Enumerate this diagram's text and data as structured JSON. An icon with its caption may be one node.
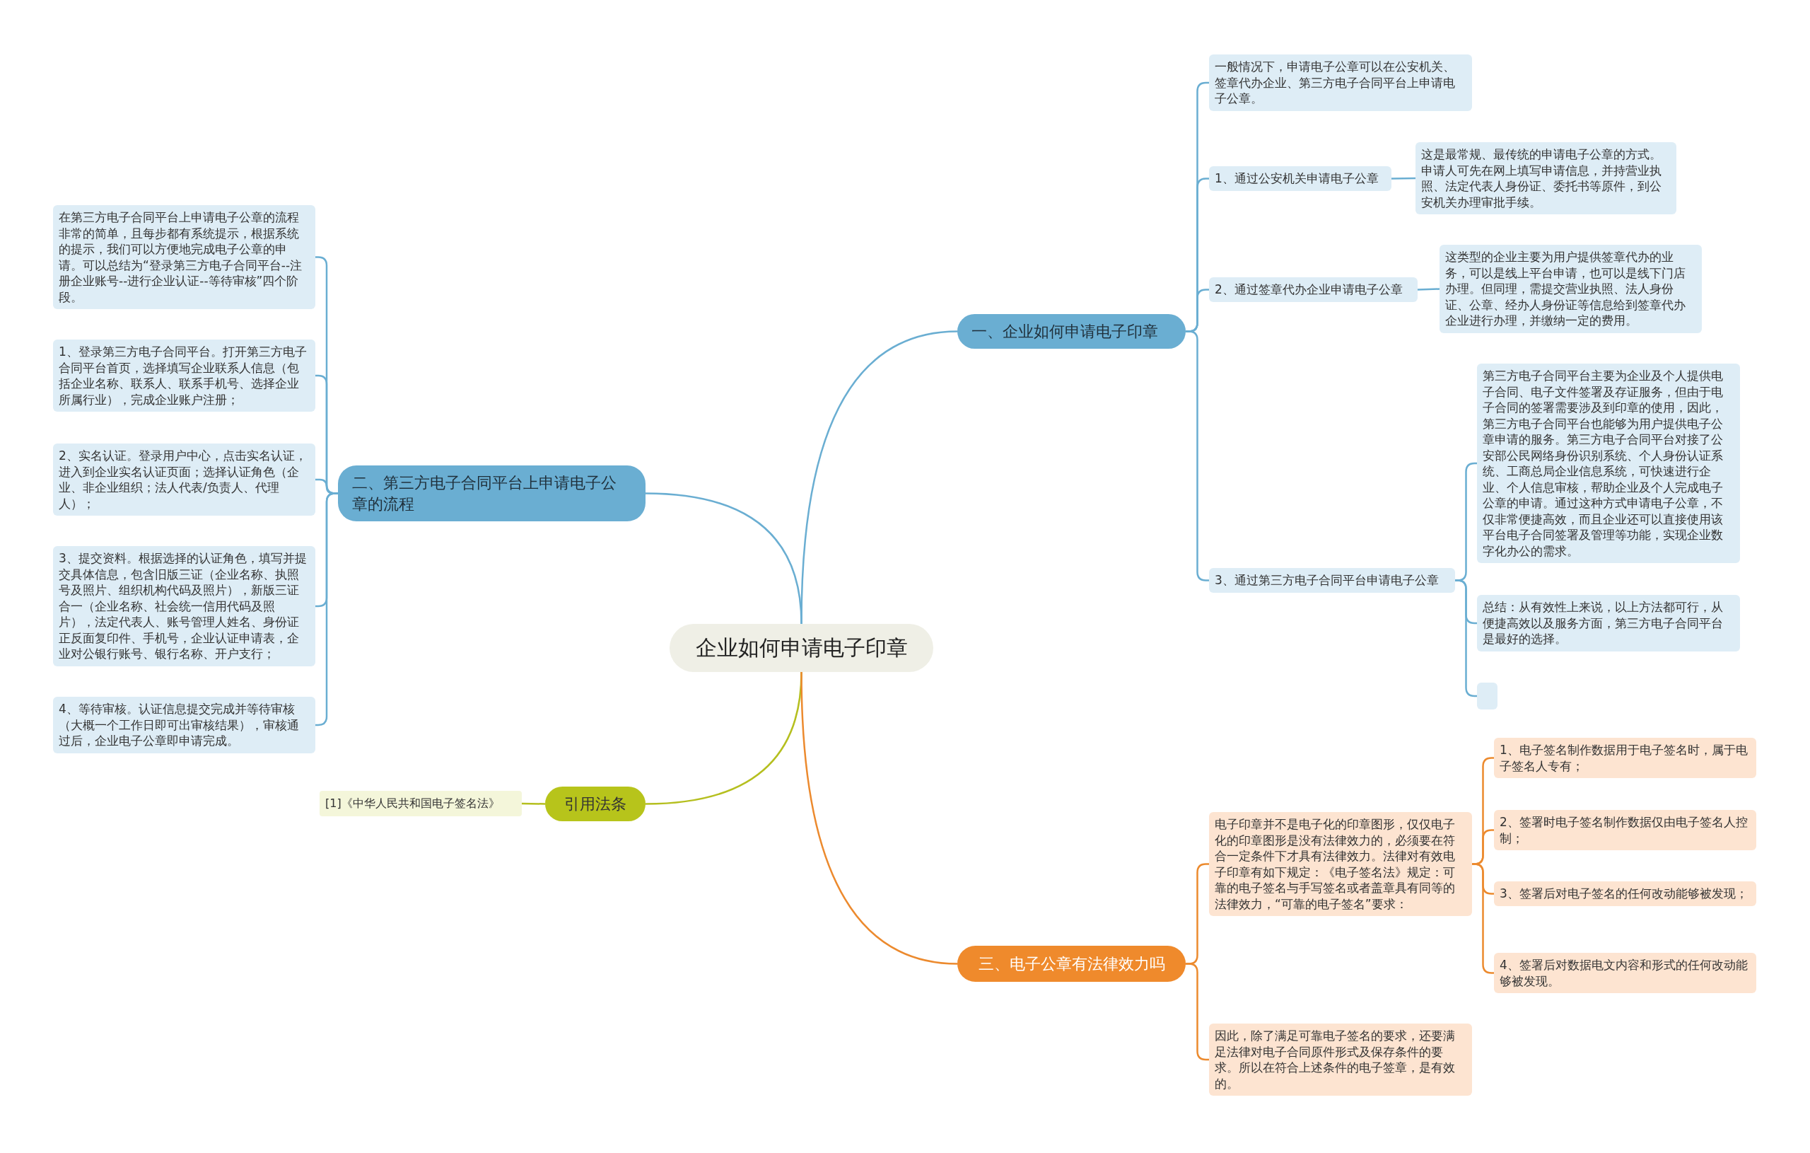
{
  "diagram": {
    "nodes": [
      {
        "text": [
          "企业如何申请电子印章"
        ]
      },
      {
        "text": [
          "一、企业如何申请电子印章"
        ]
      },
      {
        "text": [
          "一般情况下，申请电子公章可以在公安机关、签章代办企业、第三方电子合同平台上申请电子公章。"
        ]
      },
      {
        "text": [
          "1、通过公安机关申请电子公章"
        ]
      },
      {
        "text": [
          "这是最常规、最传统的申请电子公章的方式。申请人可先在网上填写申请信息，并持营业执照、法定代表人身份证、委托书等原件，到公安机关办理审批手续。"
        ]
      },
      {
        "text": [
          "2、通过签章代办企业申请电子公章"
        ]
      },
      {
        "text": [
          "这类型的企业主要为用户提供签章代办的业务，可以是线上平台申请，也可以是线下门店办理。但同理，需提交营业执照、法人身份证、公章、经办人身份证等信息给到签章代办企业进行办理，并缴纳一定的费用。"
        ]
      },
      {
        "text": [
          "3、通过第三方电子合同平台申请电子公章"
        ]
      },
      {
        "text": [
          "第三方电子合同平台主要为企业及个人提供电子合同、电子文件签署及存证服务，但由于电子合同的签署需要涉及到印章的使用，因此，第三方电子合同平台也能够为用户提供电子公章申请的服务。第三方电子合同平台对接了公安部公民网络身份识别系统、个人身份认证系统、工商总局企业信息系统，可快速进行企业、个人信息审核，帮助企业及个人完成电子公章的申请。通过这种方式申请电子公章，不仅非常便捷高效，而且企业还可以直接使用该平台电子合同签署及管理等功能，实现企业数字化办公的需求。"
        ]
      },
      {
        "text": [
          "总结：从有效性上来说，以上方法都可行，从便捷高效以及服务方面，第三方电子合同平台是最好的选择。"
        ]
      },
      {
        "text": [],
        "shape": "box"
      },
      {
        "text": [
          "二、第三方电子合同平台上申请电子公章的流程"
        ]
      },
      {
        "text": [
          "在第三方电子合同平台上申请电子公章的流程非常的简单，且每步都有系统提示，根据系统的提示，我们可以方便地完成电子公章的申请。可以总结为“登录第三方电子合同平台--注册企业账号--进行企业认证--等待审核”四个阶段。"
        ]
      },
      {
        "text": [
          "1、登录第三方电子合同平台。打开第三方电子合同平台首页，选择填写企业联系人信息（包括企业名称、联系人、联系手机号、选择企业所属行业），完成企业账户注册；"
        ]
      },
      {
        "text": [
          "2、实名认证。登录用户中心，点击实名认证，进入到企业实名认证页面；选择认证角色（企业、非企业组织；法人代表/负责人、代理人）；"
        ]
      },
      {
        "text": [
          "3、提交资料。根据选择的认证角色，填写并提交具体信息，包含旧版三证（企业名称、执照号及照片、组织机构代码及照片），新版三证合一（企业名称、社会统一信用代码及照片），法定代表人、账号管理人姓名、身份证正反面复印件、手机号，企业认证申请表，企业对公银行账号、银行名称、开户支行；"
        ]
      },
      {
        "text": [
          "4、等待审核。认证信息提交完成并等待审核（大概一个工作日即可出审核结果），审核通过后，企业电子公章即申请完成。"
        ]
      },
      {
        "text": [
          "引用法条"
        ]
      },
      {
        "text": [
          "[1]《中华人民共和国电子签名法》"
        ]
      },
      {
        "text": [
          "三、电子公章有法律效力吗"
        ]
      },
      {
        "text": [
          "电子印章并不是电子化的印章图形，仅仅电子化的印章图形是没有法律效力的，必须要在符合一定条件下才具有法律效力。法律对有效电子印章有如下规定：《电子签名法》规定：可靠的电子签名与手写签名或者盖章具有同等的法律效力，“可靠的电子签名”要求："
        ]
      },
      {
        "text": [
          "1、电子签名制作数据用于电子签名时，属于电子签名人专有；"
        ]
      },
      {
        "text": [
          "2、签署时电子签名制作数据仅由电子签名人控制；"
        ]
      },
      {
        "text": [
          "3、签署后对电子签名的任何改动能够被发现；"
        ]
      },
      {
        "text": [
          "4、签署后对数据电文内容和形式的任何改动能够被发现。"
        ]
      },
      {
        "text": [
          "因此，除了满足可靠电子签名的要求，还要满足法律对电子合同原件形式及保存条件的要求。所以在符合上述条件的电子签章，是有效的。"
        ]
      }
    ],
    "edges": [
      {
        "from": 0,
        "to": 1,
        "arrow": "none"
      },
      {
        "from": 1,
        "to": 2,
        "arrow": "none"
      },
      {
        "from": 1,
        "to": 3,
        "arrow": "none"
      },
      {
        "from": 3,
        "to": 4,
        "arrow": "none"
      },
      {
        "from": 1,
        "to": 5,
        "arrow": "none"
      },
      {
        "from": 5,
        "to": 6,
        "arrow": "none"
      },
      {
        "from": 1,
        "to": 7,
        "arrow": "none"
      },
      {
        "from": 7,
        "to": 8,
        "arrow": "none"
      },
      {
        "from": 7,
        "to": 9,
        "arrow": "none"
      },
      {
        "from": 7,
        "to": 10,
        "arrow": "none"
      },
      {
        "from": 0,
        "to": 11,
        "arrow": "none"
      },
      {
        "from": 11,
        "to": 12,
        "arrow": "none"
      },
      {
        "from": 11,
        "to": 13,
        "arrow": "none"
      },
      {
        "from": 11,
        "to": 14,
        "arrow": "none"
      },
      {
        "from": 11,
        "to": 15,
        "arrow": "none"
      },
      {
        "from": 11,
        "to": 16,
        "arrow": "none"
      },
      {
        "from": 0,
        "to": 17,
        "arrow": "none",
        "color": "#b5bf1f"
      },
      {
        "from": 17,
        "to": 18,
        "arrow": "none",
        "color": "#b5bf1f"
      },
      {
        "from": 0,
        "to": 19,
        "arrow": "none",
        "color": "#ec8a2e"
      },
      {
        "from": 19,
        "to": 20,
        "arrow": "none",
        "color": "#ec8a2e"
      },
      {
        "from": 20,
        "to": 21,
        "arrow": "none",
        "color": "#ec8a2e"
      },
      {
        "from": 20,
        "to": 22,
        "arrow": "none",
        "color": "#ec8a2e"
      },
      {
        "from": 20,
        "to": 23,
        "arrow": "none",
        "color": "#ec8a2e"
      },
      {
        "from": 20,
        "to": 24,
        "arrow": "none",
        "color": "#ec8a2e"
      },
      {
        "from": 19,
        "to": 25,
        "arrow": "none",
        "color": "#ec8a2e"
      }
    ]
  }
}
